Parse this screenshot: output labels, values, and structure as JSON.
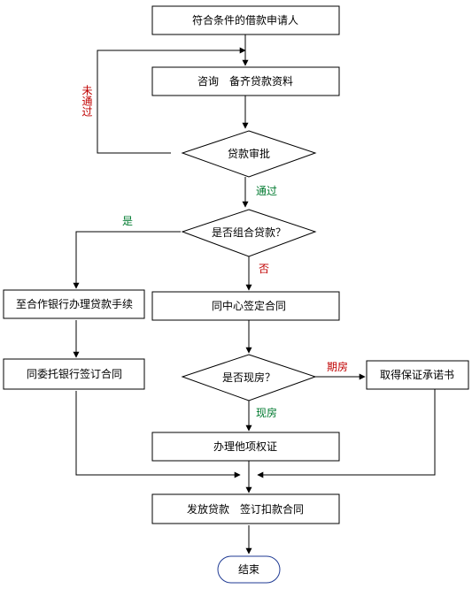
{
  "colors": {
    "red_label": "#c00000",
    "green_label": "#007a2f",
    "terminal_border": "#1f3a93"
  },
  "nodes": {
    "applicant": "符合条件的借款申请人",
    "consult": "咨询　备齐贷款资料",
    "review": "贷款审批",
    "combo_question": "是否组合贷款？",
    "coop_bank": "至合作银行办理贷款手续",
    "center_contract": "同中心签定合同",
    "trust_contract": "同委托银行签订合同",
    "existing_question": "是否现房？",
    "guarantee": "取得保证承诺书",
    "other_rights": "办理他项权证",
    "disburse": "发放贷款　签订扣款合同",
    "end": "结束"
  },
  "edge_labels": {
    "not_passed": "未通过",
    "passed": "通过",
    "yes": "是",
    "no": "否",
    "future_house": "期房",
    "existing_house": "现房"
  }
}
